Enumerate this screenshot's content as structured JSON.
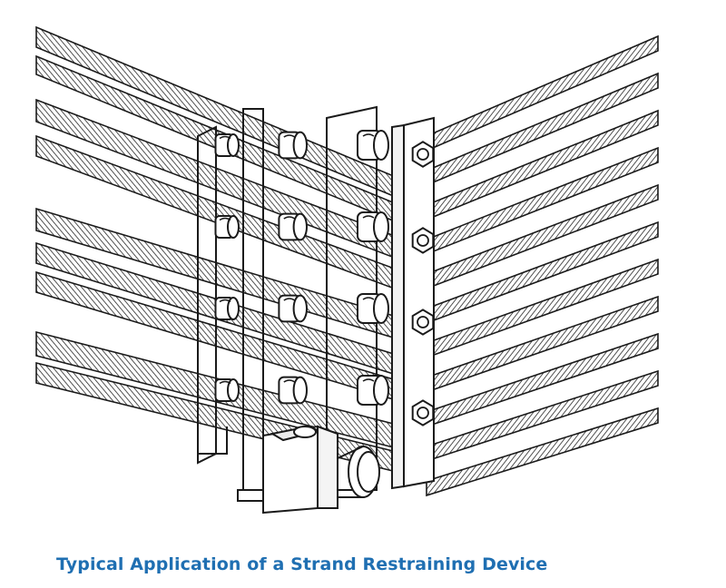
{
  "caption": "Typical Application of a Strand Restraining Device",
  "colors": {
    "caption": "#1f6fb2",
    "ink": "#1a1a1a",
    "background": "#ffffff"
  },
  "illustration": {
    "subject": "strand-restraining-device",
    "left_strand_count": 9,
    "right_strand_count": 11,
    "bolt_count": 4,
    "clamp_rows": 4
  }
}
